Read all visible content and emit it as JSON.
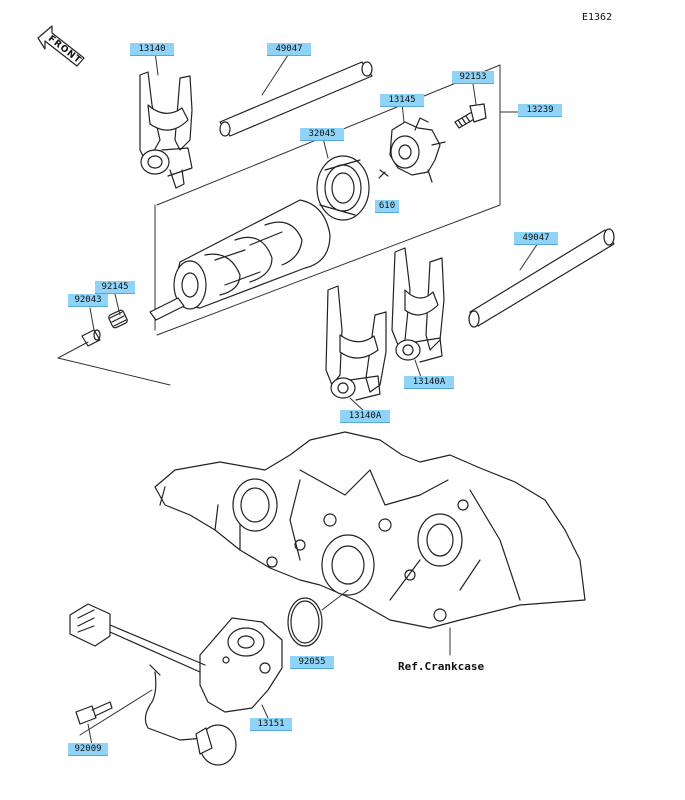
{
  "diagram": {
    "code": "E1362",
    "front_label": "FRONT",
    "reference_label": "Ref.Crankcase",
    "parts": [
      {
        "id": "p13140",
        "label": "13140"
      },
      {
        "id": "p49047a",
        "label": "49047"
      },
      {
        "id": "p92153",
        "label": "92153"
      },
      {
        "id": "p13145",
        "label": "13145"
      },
      {
        "id": "p13239",
        "label": "13239"
      },
      {
        "id": "p32045",
        "label": "32045"
      },
      {
        "id": "p610",
        "label": "610"
      },
      {
        "id": "p49047b",
        "label": "49047"
      },
      {
        "id": "p92145",
        "label": "92145"
      },
      {
        "id": "p92043",
        "label": "92043"
      },
      {
        "id": "p13140a1",
        "label": "13140A"
      },
      {
        "id": "p13140a2",
        "label": "13140A"
      },
      {
        "id": "p92055",
        "label": "92055"
      },
      {
        "id": "p13151",
        "label": "13151"
      },
      {
        "id": "p92009",
        "label": "92009"
      }
    ]
  }
}
